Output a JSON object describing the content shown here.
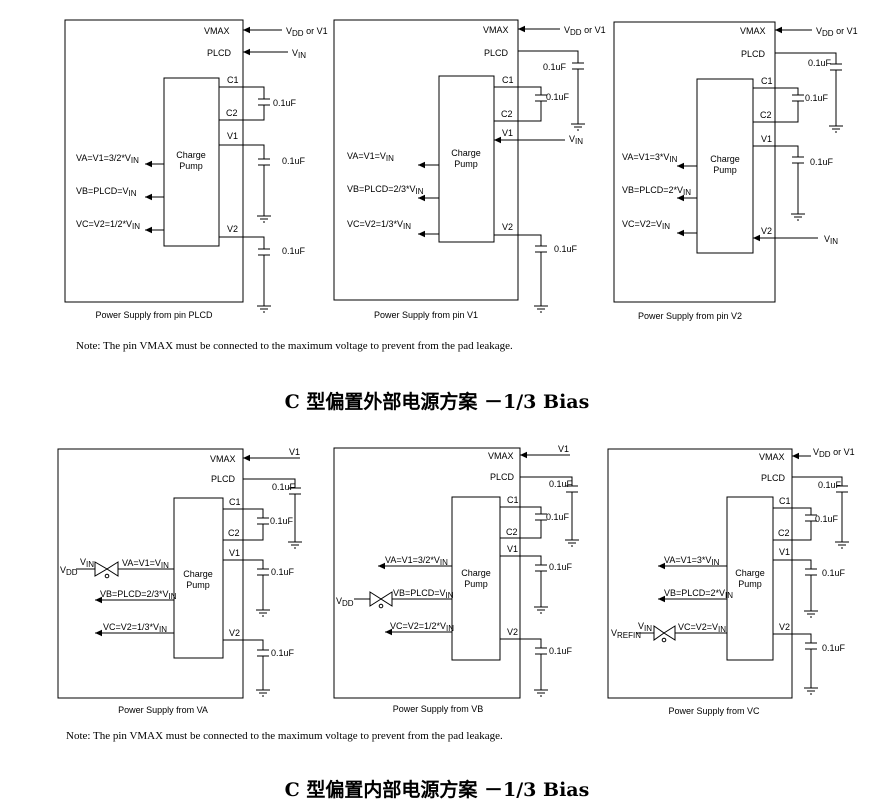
{
  "labels": {
    "vmax": "VMAX",
    "plcd": "PLCD",
    "c1": "C1",
    "c2": "C2",
    "v1": "V1",
    "v2": "V2",
    "charge_pump_line1": "Charge",
    "charge_pump_line2": "Pump",
    "cap_value": "0.1uF",
    "vdd_or_v1_main": "V",
    "vdd_or_v1_sub": "DD",
    "vdd_or_v1_tail": " or V1",
    "vin_main": "V",
    "vin_sub": "IN",
    "vdd_sub": "DD",
    "vrefin_sub": "REFIN",
    "v1_label": "V1"
  },
  "external": {
    "title": "C 型偏置外部电源方案 －1/3 Bias",
    "note": "Note: The pin VMAX must be connected to the maximum voltage to prevent from the pad leakage.",
    "panels": [
      {
        "caption": "Power Supply from pin PLCD",
        "va": "VA=V1=3/2*V",
        "vb": "VB=PLCD=V",
        "vc": "VC=V2=1/2*V"
      },
      {
        "caption": "Power Supply from pin V1",
        "va": "VA=V1=V",
        "vb": "VB=PLCD=2/3*V",
        "vc": "VC=V2=1/3*V"
      },
      {
        "caption": "Power Supply from pin V2",
        "va": "VA=V1=3*V",
        "vb": "VB=PLCD=2*V",
        "vc": "VC=V2=V"
      }
    ]
  },
  "internal": {
    "title": "C 型偏置内部电源方案 －1/3 Bias",
    "note": "Note: The pin VMAX must be connected to the maximum voltage to prevent from the pad leakage.",
    "panels": [
      {
        "caption": "Power Supply from VA",
        "va": "VA=V1=V",
        "vb": "VB=PLCD=2/3*V",
        "vc": "VC=V2=1/3*V"
      },
      {
        "caption": "Power Supply from VB",
        "va": "VA=V1=3/2*V",
        "vb": "VB=PLCD=V",
        "vc": "VC=V2=1/2*V"
      },
      {
        "caption": "Power Supply from VC",
        "va": "VA=V1=3*V",
        "vb": "VB=PLCD=2*V",
        "vc": "VC=V2=V"
      }
    ]
  }
}
